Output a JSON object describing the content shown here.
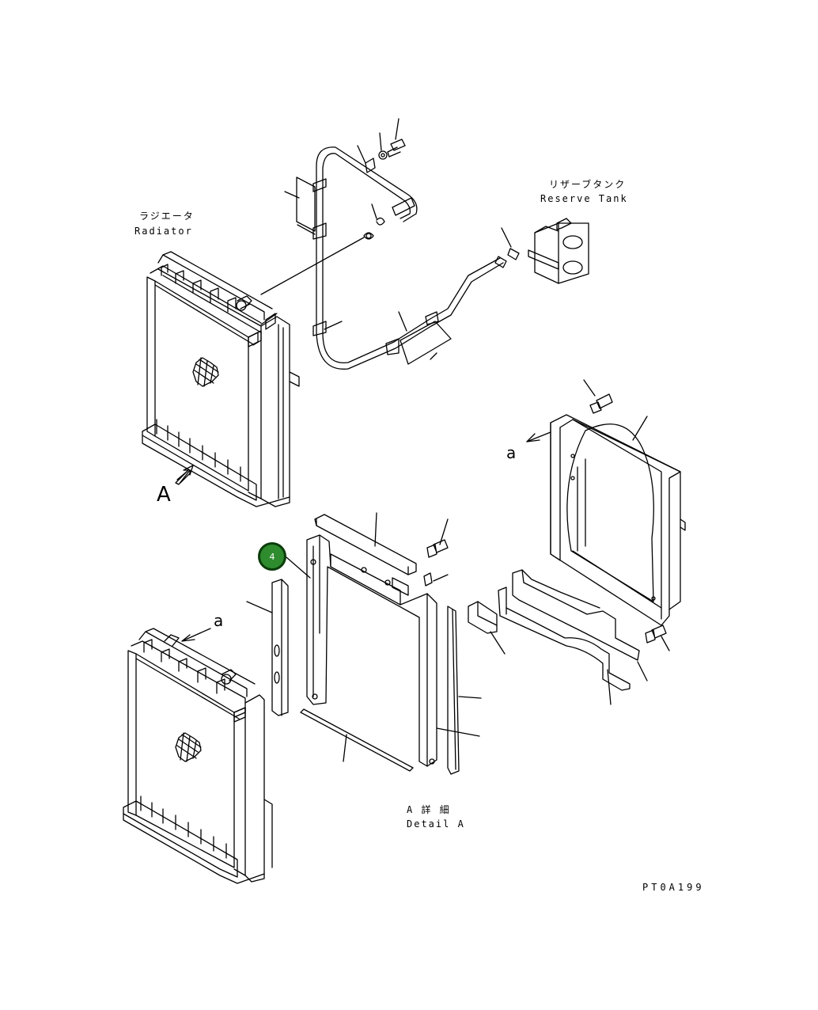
{
  "labels": {
    "radiator_jp": "ラジエータ",
    "radiator_en": "Radiator",
    "reserve_tank_jp": "リザーブタンク",
    "reserve_tank_en": "Reserve Tank",
    "view_a": "A",
    "detail_a_jp": "A 詳 細",
    "detail_a_en": "Detail A",
    "arrow_a_top": "a",
    "arrow_a_bottom": "a",
    "drawing_code": "PT0A199"
  },
  "callout": {
    "number": "4",
    "color": "#2e8b2e"
  }
}
